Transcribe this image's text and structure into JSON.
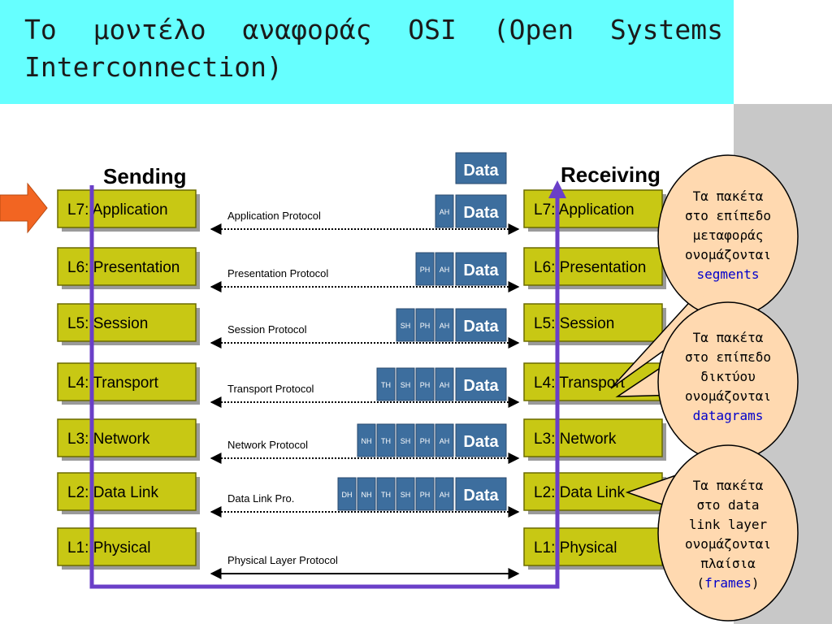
{
  "title": "Το μοντέλο αναφοράς OSI (Open Systems Interconnection)",
  "sending_label": "Sending",
  "receiving_label": "Receiving",
  "data_label": "Data",
  "layers": [
    {
      "label": "L7: Application",
      "protocol": "Application Protocol",
      "headers": [
        "AH"
      ]
    },
    {
      "label": "L6: Presentation",
      "protocol": "Presentation Protocol",
      "headers": [
        "PH",
        "AH"
      ]
    },
    {
      "label": "L5: Session",
      "protocol": "Session Protocol",
      "headers": [
        "SH",
        "PH",
        "AH"
      ]
    },
    {
      "label": "L4: Transport",
      "protocol": "Transport Protocol",
      "headers": [
        "TH",
        "SH",
        "PH",
        "AH"
      ]
    },
    {
      "label": "L3: Network",
      "protocol": "Network Protocol",
      "headers": [
        "NH",
        "TH",
        "SH",
        "PH",
        "AH"
      ]
    },
    {
      "label": "L2: Data Link",
      "protocol": "Data Link  Pro.",
      "headers": [
        "DH",
        "NH",
        "TH",
        "SH",
        "PH",
        "AH"
      ]
    },
    {
      "label": "L1: Physical",
      "protocol": "Physical Layer Protocol",
      "headers": []
    }
  ],
  "callouts": [
    {
      "lines": [
        "Τα πακέτα",
        "στο επίπεδο",
        "μεταφοράς",
        "ονομάζονται"
      ],
      "keyword": "segments",
      "keyword_pre": "",
      "keyword_post": ""
    },
    {
      "lines": [
        "Τα πακέτα",
        "στο επίπεδο",
        "δικτύου",
        "ονομάζονται"
      ],
      "keyword": "datagrams",
      "keyword_pre": "",
      "keyword_post": ""
    },
    {
      "lines": [
        "Τα πακέτα",
        "στο data",
        "link layer",
        "ονομάζονται",
        "πλαίσια"
      ],
      "keyword": "frames",
      "keyword_pre": "(",
      "keyword_post": ")"
    }
  ],
  "colors": {
    "title_band": "#66ffff",
    "layer_box": "#c8c814",
    "header_box": "#3d6e9e",
    "arrow": "#6a3fc8",
    "callout_fill": "#ffd9b0",
    "pointer_arrow": "#f26522",
    "keyword": "#0000cc"
  }
}
